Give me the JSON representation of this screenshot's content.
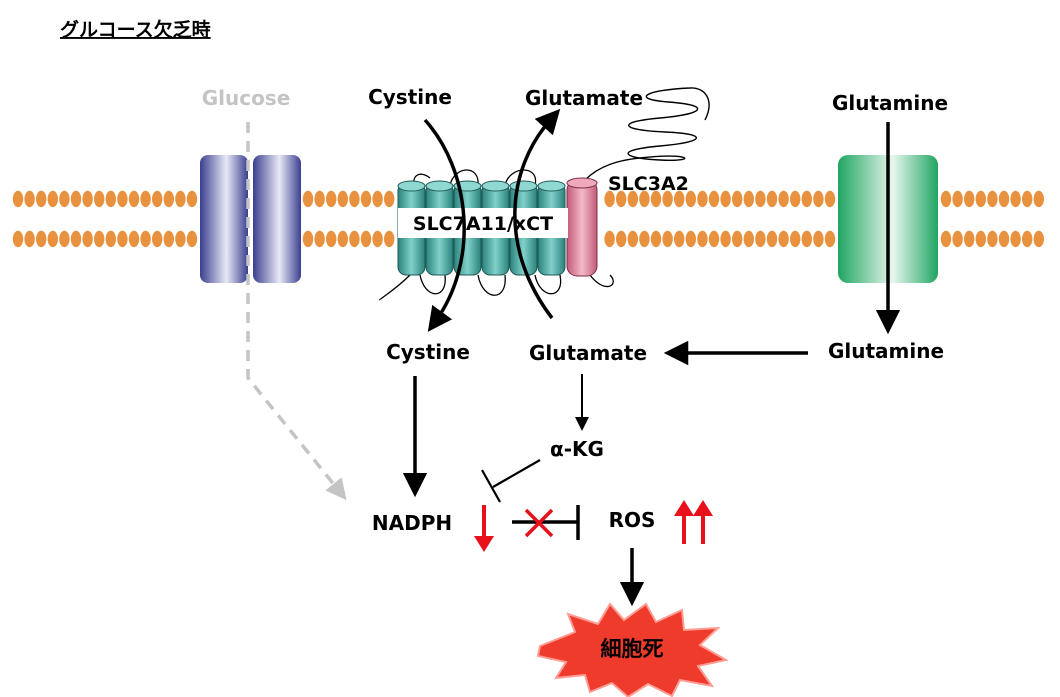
{
  "title": "グルコース欠乏時",
  "labels": {
    "glucose": "Glucose",
    "cystine_out": "Cystine",
    "glutamate_out": "Glutamate",
    "glutamine_out": "Glutamine",
    "slc3a2": "SLC3A2",
    "slc7a11": "SLC7A11/xCT",
    "cystine_in": "Cystine",
    "glutamate_in": "Glutamate",
    "glutamine_in": "Glutamine",
    "akg": "α-KG",
    "nadph": "NADPH",
    "ros": "ROS",
    "cell_death": "細胞死"
  },
  "colors": {
    "lipid_head": "#e8913f",
    "glucose_transporter": "#3a3f8f",
    "xct_teal": "#3f9e9a",
    "slc3a2_pink": "#d9728f",
    "glutamine_transporter": "#1fa561",
    "down_arrow_red": "#e8101a",
    "inhibit_cross_red": "#e8101a",
    "burst_red": "#ef3b2c",
    "glucose_gray": "#c4c4c4"
  }
}
